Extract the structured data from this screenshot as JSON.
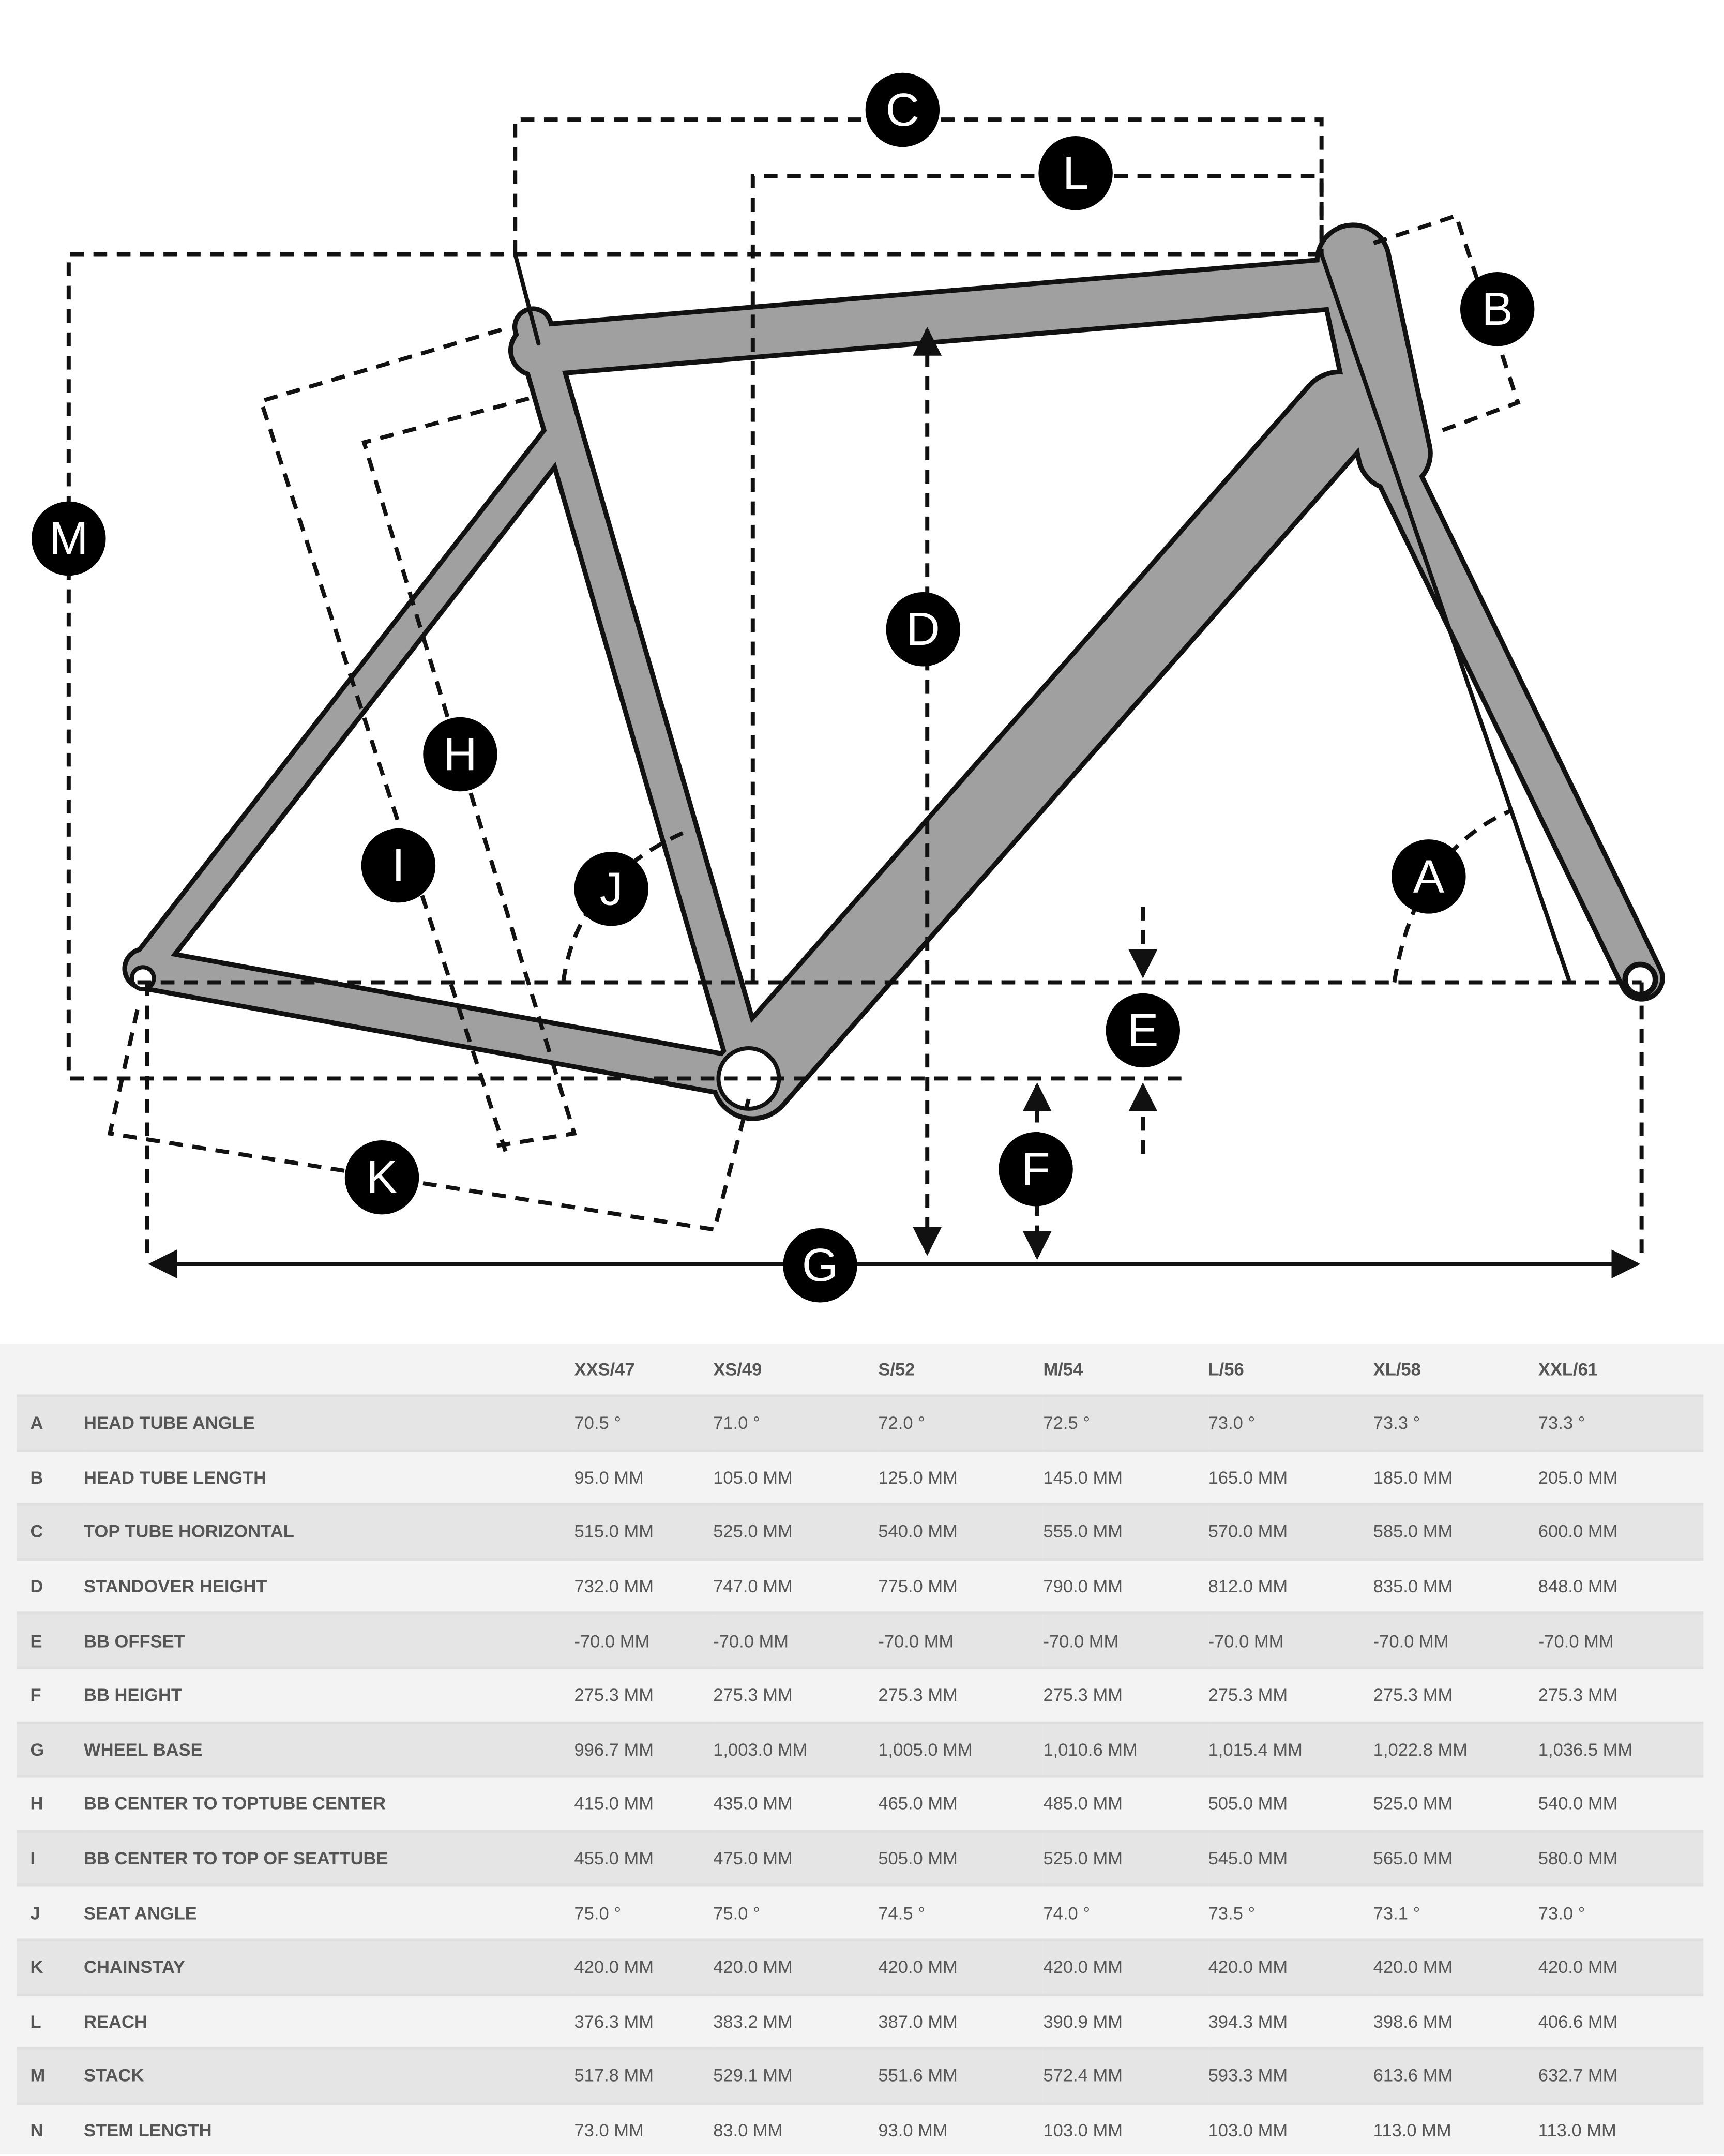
{
  "diagram": {
    "labels": {
      "A": "A",
      "B": "B",
      "C": "C",
      "D": "D",
      "E": "E",
      "F": "F",
      "G": "G",
      "H": "H",
      "I": "I",
      "J": "J",
      "K": "K",
      "L": "L",
      "M": "M"
    }
  },
  "table": {
    "sizes": [
      "XXS/47",
      "XS/49",
      "S/52",
      "M/54",
      "L/56",
      "XL/58",
      "XXL/61"
    ],
    "rows": [
      {
        "letter": "A",
        "name": "HEAD TUBE ANGLE",
        "values": [
          "70.5 °",
          "71.0 °",
          "72.0 °",
          "72.5 °",
          "73.0 °",
          "73.3 °",
          "73.3 °"
        ]
      },
      {
        "letter": "B",
        "name": "HEAD TUBE LENGTH",
        "values": [
          "95.0 MM",
          "105.0 MM",
          "125.0 MM",
          "145.0 MM",
          "165.0 MM",
          "185.0 MM",
          "205.0 MM"
        ]
      },
      {
        "letter": "C",
        "name": "TOP TUBE HORIZONTAL",
        "values": [
          "515.0 MM",
          "525.0 MM",
          "540.0 MM",
          "555.0 MM",
          "570.0 MM",
          "585.0 MM",
          "600.0 MM"
        ]
      },
      {
        "letter": "D",
        "name": "STANDOVER HEIGHT",
        "values": [
          "732.0 MM",
          "747.0 MM",
          "775.0 MM",
          "790.0 MM",
          "812.0 MM",
          "835.0 MM",
          "848.0 MM"
        ]
      },
      {
        "letter": "E",
        "name": "BB OFFSET",
        "values": [
          "-70.0 MM",
          "-70.0 MM",
          "-70.0 MM",
          "-70.0 MM",
          "-70.0 MM",
          "-70.0 MM",
          "-70.0 MM"
        ]
      },
      {
        "letter": "F",
        "name": "BB HEIGHT",
        "values": [
          "275.3 MM",
          "275.3 MM",
          "275.3 MM",
          "275.3 MM",
          "275.3 MM",
          "275.3 MM",
          "275.3 MM"
        ]
      },
      {
        "letter": "G",
        "name": "WHEEL BASE",
        "values": [
          "996.7 MM",
          "1,003.0 MM",
          "1,005.0 MM",
          "1,010.6 MM",
          "1,015.4 MM",
          "1,022.8 MM",
          "1,036.5 MM"
        ]
      },
      {
        "letter": "H",
        "name": "BB CENTER TO TOPTUBE CENTER",
        "values": [
          "415.0 MM",
          "435.0 MM",
          "465.0 MM",
          "485.0 MM",
          "505.0 MM",
          "525.0 MM",
          "540.0 MM"
        ]
      },
      {
        "letter": "I",
        "name": "BB CENTER TO TOP OF SEATTUBE",
        "values": [
          "455.0 MM",
          "475.0 MM",
          "505.0 MM",
          "525.0 MM",
          "545.0 MM",
          "565.0 MM",
          "580.0 MM"
        ]
      },
      {
        "letter": "J",
        "name": "SEAT ANGLE",
        "values": [
          "75.0 °",
          "75.0 °",
          "74.5 °",
          "74.0 °",
          "73.5 °",
          "73.1 °",
          "73.0 °"
        ]
      },
      {
        "letter": "K",
        "name": "CHAINSTAY",
        "values": [
          "420.0 MM",
          "420.0 MM",
          "420.0 MM",
          "420.0 MM",
          "420.0 MM",
          "420.0 MM",
          "420.0 MM"
        ]
      },
      {
        "letter": "L",
        "name": "REACH",
        "values": [
          "376.3 MM",
          "383.2 MM",
          "387.0 MM",
          "390.9 MM",
          "394.3 MM",
          "398.6 MM",
          "406.6 MM"
        ]
      },
      {
        "letter": "M",
        "name": "STACK",
        "values": [
          "517.8 MM",
          "529.1 MM",
          "551.6 MM",
          "572.4 MM",
          "593.3 MM",
          "613.6 MM",
          "632.7 MM"
        ]
      },
      {
        "letter": "N",
        "name": "STEM LENGTH",
        "values": [
          "73.0 MM",
          "83.0 MM",
          "93.0 MM",
          "103.0 MM",
          "103.0 MM",
          "113.0 MM",
          "113.0 MM"
        ]
      }
    ]
  }
}
